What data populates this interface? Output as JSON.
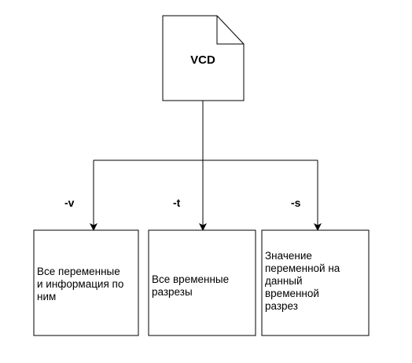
{
  "file": {
    "label": "VCD",
    "icon": "document-icon"
  },
  "branches": [
    {
      "flag": "-v",
      "description": "Все переменные\nи информация по\nним"
    },
    {
      "flag": "-t",
      "description": "Все временные\nразрезы"
    },
    {
      "flag": "-s",
      "description": "Значение\nпеременной на\nданный\nвременной\nразрез"
    }
  ],
  "colors": {
    "stroke": "#000000",
    "fill": "#ffffff"
  }
}
